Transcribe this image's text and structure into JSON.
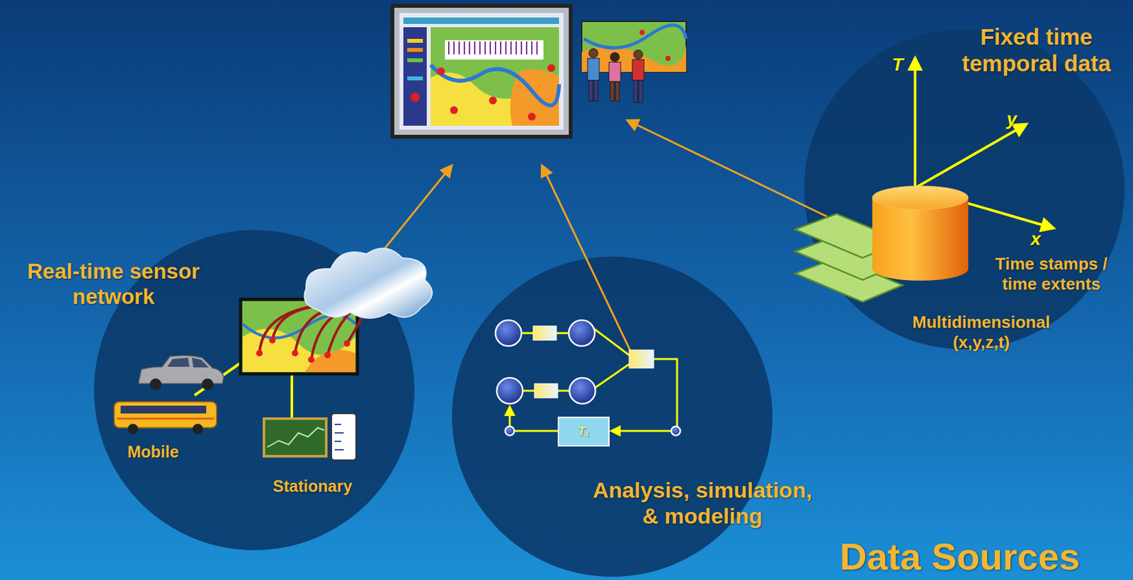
{
  "diagram": {
    "title": "Data Sources",
    "nodes": [
      {
        "text": [
          "Real-time sensor network",
          "Mobile",
          "Stationary"
        ]
      },
      {
        "text": [
          "Analysis, simulation, & modeling"
        ]
      },
      {
        "text": [
          "Fixed time temporal data",
          "Time stamps / time extents",
          "Multidimensional (x,y,z,t)"
        ]
      }
    ],
    "labels": [
      "T",
      "y",
      "x",
      "T₁"
    ]
  }
}
